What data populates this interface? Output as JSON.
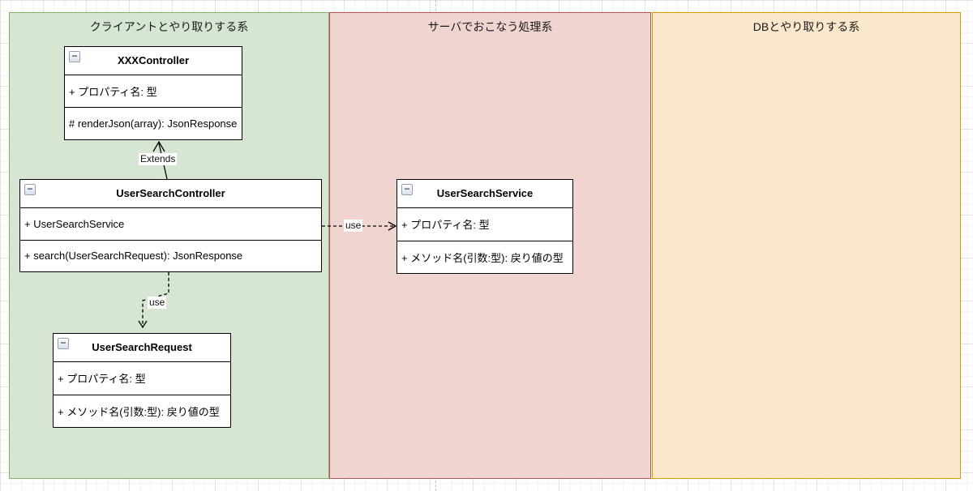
{
  "diagram": {
    "lanes": [
      {
        "title": "クライアントとやり取りする系",
        "fill": "#d6e6d2",
        "border": "#84b266"
      },
      {
        "title": "サーバでおこなう処理系",
        "fill": "#efd4d0",
        "border": "#b85450"
      },
      {
        "title": "DBとやり取りする系",
        "fill": "#fae8cc",
        "border": "#d79b00"
      }
    ],
    "classes": [
      {
        "name": "XXXController",
        "attributes": [
          "+ プロパティ名: 型"
        ],
        "methods": [
          "# renderJson(array): JsonResponse"
        ]
      },
      {
        "name": "UserSearchController",
        "attributes": [
          "+ UserSearchService"
        ],
        "methods": [
          "+ search(UserSearchRequest): JsonResponse"
        ]
      },
      {
        "name": "UserSearchService",
        "attributes": [
          "+ プロパティ名: 型"
        ],
        "methods": [
          "+ メソッド名(引数:型): 戻り値の型"
        ]
      },
      {
        "name": "UserSearchRequest",
        "attributes": [
          "+ プロパティ名: 型"
        ],
        "methods": [
          "+ メソッド名(引数:型): 戻り値の型"
        ]
      }
    ],
    "edges": [
      {
        "label": "Extends",
        "style": "solid",
        "from": "UserSearchController",
        "to": "XXXController"
      },
      {
        "label": "use",
        "style": "dashed",
        "from": "UserSearchController",
        "to": "UserSearchService"
      },
      {
        "label": "use",
        "style": "dashed",
        "from": "UserSearchController",
        "to": "UserSearchRequest"
      }
    ],
    "icons": {
      "collapse": "−"
    }
  }
}
